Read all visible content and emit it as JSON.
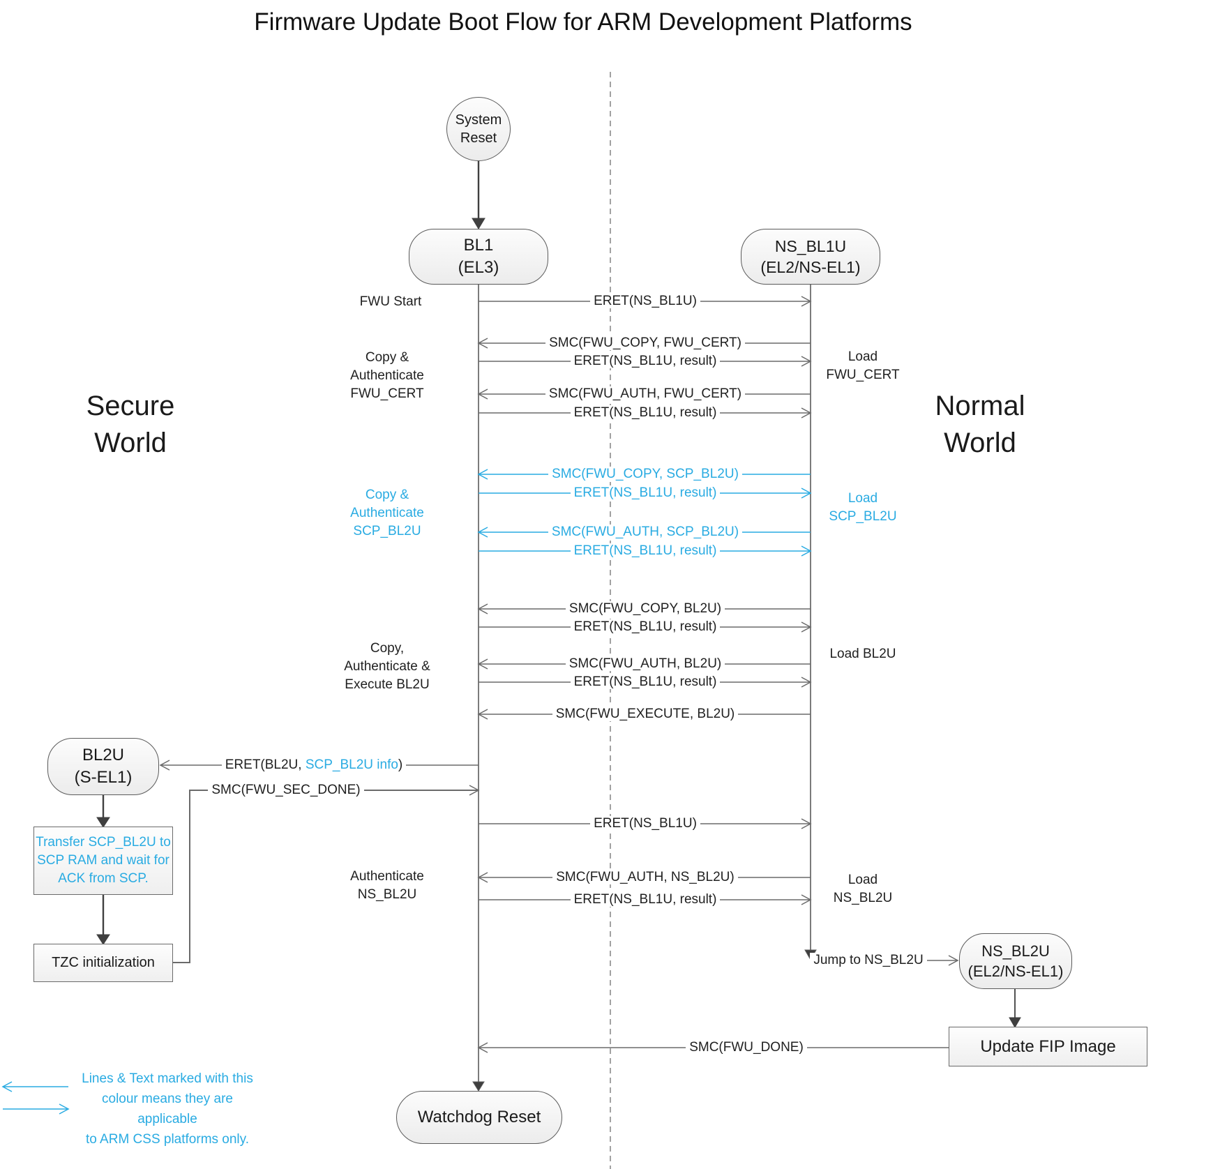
{
  "title": "Firmware Update Boot Flow for ARM Development Platforms",
  "worlds": {
    "secure": "Secure\nWorld",
    "normal": "Normal\nWorld"
  },
  "nodes": {
    "system_reset": "System\nReset",
    "bl1": "BL1\n(EL3)",
    "ns_bl1u": "NS_BL1U\n(EL2/NS-EL1)",
    "bl2u": "BL2U\n(S-EL1)",
    "ns_bl2u": "NS_BL2U\n(EL2/NS-EL1)",
    "watchdog_reset": "Watchdog Reset",
    "transfer_scp": "Transfer SCP_BL2U to\nSCP RAM and wait for\nACK from SCP.",
    "tzc_init": "TZC initialization",
    "update_fip": "Update FIP Image"
  },
  "stage_labels": {
    "fwu_start": "FWU Start",
    "copy_auth_fwu_cert": "Copy &\nAuthenticate\nFWU_CERT",
    "copy_auth_scp_bl2u": "Copy &\nAuthenticate\nSCP_BL2U",
    "copy_auth_exec_bl2u": "Copy,\nAuthenticate &\nExecute BL2U",
    "auth_ns_bl2u": "Authenticate\nNS_BL2U",
    "load_fwu_cert": "Load\nFWU_CERT",
    "load_scp_bl2u": "Load\nSCP_BL2U",
    "load_bl2u": "Load BL2U",
    "load_ns_bl2u": "Load\nNS_BL2U"
  },
  "messages": [
    {
      "label": "ERET(NS_BL1U)"
    },
    {
      "label": "SMC(FWU_COPY, FWU_CERT)"
    },
    {
      "label": "ERET(NS_BL1U, result)"
    },
    {
      "label": "SMC(FWU_AUTH, FWU_CERT)"
    },
    {
      "label": "ERET(NS_BL1U, result)"
    },
    {
      "label": "SMC(FWU_COPY, SCP_BL2U)"
    },
    {
      "label": "ERET(NS_BL1U, result)"
    },
    {
      "label": "SMC(FWU_AUTH, SCP_BL2U)"
    },
    {
      "label": "ERET(NS_BL1U, result)"
    },
    {
      "label": "SMC(FWU_COPY, BL2U)"
    },
    {
      "label": "ERET(NS_BL1U, result)"
    },
    {
      "label": "SMC(FWU_AUTH, BL2U)"
    },
    {
      "label": "ERET(NS_BL1U, result)"
    },
    {
      "label": "SMC(FWU_EXECUTE, BL2U)"
    },
    {
      "prefix": "ERET(BL2U, ",
      "highlight": "SCP_BL2U info",
      "suffix": ")"
    },
    {
      "label": "SMC(FWU_SEC_DONE)"
    },
    {
      "label": "ERET(NS_BL1U)"
    },
    {
      "label": "SMC(FWU_AUTH, NS_BL2U)"
    },
    {
      "label": "ERET(NS_BL1U, result)"
    },
    {
      "label": "Jump to NS_BL2U"
    },
    {
      "label": "SMC(FWU_DONE)"
    }
  ],
  "legend": {
    "text": "Lines & Text marked with this\ncolour means they are applicable\nto ARM CSS platforms only."
  },
  "colors": {
    "highlight_blue": "#29abe2",
    "line_gray": "#6a6a6a"
  }
}
